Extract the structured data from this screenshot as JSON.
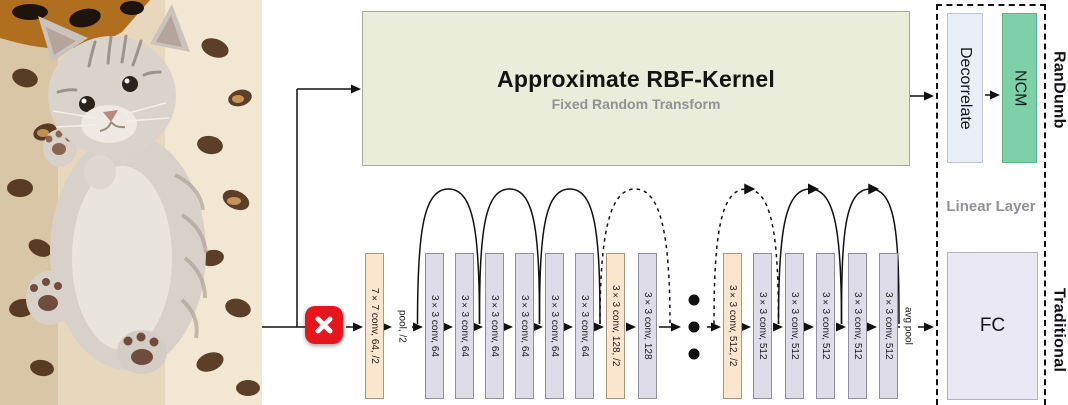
{
  "photo": {
    "name": "kitten-photo",
    "content": "kitten lying on a leopard-print blanket"
  },
  "rbf": {
    "title": "Approximate RBF-Kernel",
    "subtitle": "Fixed Random Transform"
  },
  "blocked_icon": "x-icon",
  "randumb_branch": {
    "decorrelate": "Decorrelate",
    "ncm": "NCM",
    "linear_layer_label": "Linear Layer",
    "side_label": "RanDumb"
  },
  "traditional_branch": {
    "fc": "FC",
    "side_label": "Traditional"
  },
  "backbone_layers": [
    {
      "label": "7×7 conv, 64, /2",
      "kind": "conv_down"
    },
    {
      "label": "pool, /2",
      "kind": "op"
    },
    {
      "label": "3×3 conv, 64",
      "kind": "conv"
    },
    {
      "label": "3×3 conv, 64",
      "kind": "conv"
    },
    {
      "label": "3×3 conv, 64",
      "kind": "conv"
    },
    {
      "label": "3×3 conv, 64",
      "kind": "conv"
    },
    {
      "label": "3×3 conv, 64",
      "kind": "conv"
    },
    {
      "label": "3×3 conv, 64",
      "kind": "conv"
    },
    {
      "label": "3×3 conv, 128, /2",
      "kind": "conv_down"
    },
    {
      "label": "3×3 conv, 128",
      "kind": "conv"
    },
    {
      "label": "",
      "kind": "dots"
    },
    {
      "label": "3×3 conv, 512, /2",
      "kind": "conv_down"
    },
    {
      "label": "3×3 conv, 512",
      "kind": "conv"
    },
    {
      "label": "3×3 conv, 512",
      "kind": "conv"
    },
    {
      "label": "3×3 conv, 512",
      "kind": "conv"
    },
    {
      "label": "3×3 conv, 512",
      "kind": "conv"
    },
    {
      "label": "3×3 conv, 512",
      "kind": "conv"
    },
    {
      "label": "avg pool",
      "kind": "op"
    }
  ],
  "skip_connections": [
    {
      "from_before_layer": 2,
      "to_after_layer": 3,
      "dashed": false,
      "arrowhead": false
    },
    {
      "from_before_layer": 4,
      "to_after_layer": 5,
      "dashed": false,
      "arrowhead": false
    },
    {
      "from_before_layer": 6,
      "to_after_layer": 7,
      "dashed": false,
      "arrowhead": false
    },
    {
      "from_before_layer": 8,
      "to_after_layer": 9,
      "dashed": true,
      "arrowhead": false
    },
    {
      "from_before_layer": 11,
      "to_after_layer": 12,
      "dashed": true,
      "arrowhead": true
    },
    {
      "from_before_layer": 13,
      "to_after_layer": 14,
      "dashed": false,
      "arrowhead": true
    },
    {
      "from_before_layer": 15,
      "to_after_layer": 16,
      "dashed": false,
      "arrowhead": true
    }
  ],
  "colors": {
    "rbf_fill": "#e9edd9",
    "rbf_border": "#a7ab97",
    "conv_fill": "#dedce9",
    "conv_border": "#8f8f9e",
    "conv_down_fill": "#fce5cd",
    "conv_down_border": "#ab9583",
    "fc_fill": "#eae8f3",
    "fc_border": "#b3b1c3",
    "decorrelate_fill": "#e9eef7",
    "decorrelate_border": "#bac4d6",
    "ncm_fill": "#7dd0a7",
    "ncm_border": "#5cb387",
    "blocked_red": "#e8151d",
    "muted_text": "#909297",
    "line": "#111111"
  }
}
